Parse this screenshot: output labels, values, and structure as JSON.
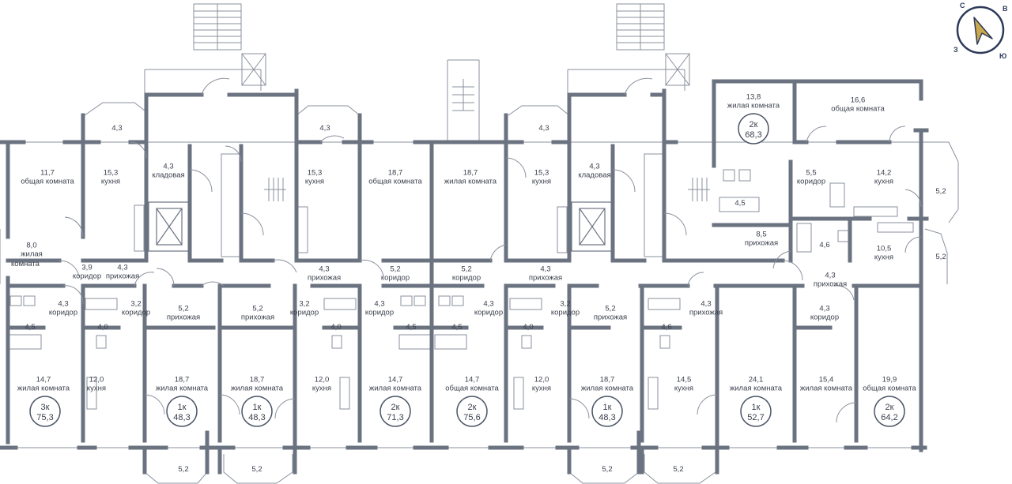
{
  "compass": {
    "n": "С",
    "e": "В",
    "s": "Ю",
    "w": "З"
  },
  "colors": {
    "wall": "#6b7381",
    "badge": "#4b5567",
    "compass": "#2d3a5a",
    "arrow": "#c9a94c"
  },
  "rooms": [
    {
      "a": "4,3",
      "n": ""
    },
    {
      "a": "4,3",
      "n": ""
    },
    {
      "a": "4,3",
      "n": ""
    },
    {
      "a": "13,8",
      "n": "жилая комната"
    },
    {
      "a": "16,6",
      "n": "общая комната"
    },
    {
      "a": "11,7",
      "n": "общая комната"
    },
    {
      "a": "15,3",
      "n": "кухня"
    },
    {
      "a": "4,3",
      "n": "кладовая"
    },
    {
      "a": "15,3",
      "n": "кухня"
    },
    {
      "a": "18,7",
      "n": "общая комната"
    },
    {
      "a": "18,7",
      "n": "жилая комната"
    },
    {
      "a": "15,3",
      "n": "кухня"
    },
    {
      "a": "4,3",
      "n": "кладовая"
    },
    {
      "a": "5,5",
      "n": "коридор"
    },
    {
      "a": "14,2",
      "n": "кухня"
    },
    {
      "a": "5,2",
      "n": ""
    },
    {
      "a": "4,5",
      "n": ""
    },
    {
      "a": "8,0",
      "n": "жилая"
    },
    {
      "a": "",
      "n": "комната"
    },
    {
      "a": "8,5",
      "n": "прихожая"
    },
    {
      "a": "4,6",
      "n": ""
    },
    {
      "a": "10,5",
      "n": "кухня"
    },
    {
      "a": "5,2",
      "n": ""
    },
    {
      "a": "3,9",
      "n": "коридор"
    },
    {
      "a": "4,3",
      "n": "прихожая"
    },
    {
      "a": "4,3",
      "n": "прихожая"
    },
    {
      "a": "5,2",
      "n": "коридор"
    },
    {
      "a": "5,2",
      "n": "коридор"
    },
    {
      "a": "4,3",
      "n": "прихожая"
    },
    {
      "a": "4,3",
      "n": "прихожая"
    },
    {
      "a": "4,3",
      "n": "коридор"
    },
    {
      "a": "3,2",
      "n": "коридор"
    },
    {
      "a": "5,2",
      "n": "прихожая"
    },
    {
      "a": "5,2",
      "n": "прихожая"
    },
    {
      "a": "3,2",
      "n": "коридор"
    },
    {
      "a": "4,3",
      "n": "коридор"
    },
    {
      "a": "4,3",
      "n": "коридор"
    },
    {
      "a": "3,2",
      "n": "коридор"
    },
    {
      "a": "5,2",
      "n": "прихожая"
    },
    {
      "a": "4,3",
      "n": "прихожая"
    },
    {
      "a": "4,3",
      "n": "коридор"
    },
    {
      "a": "4,5",
      "n": ""
    },
    {
      "a": "4,0",
      "n": ""
    },
    {
      "a": "4,0",
      "n": ""
    },
    {
      "a": "4,5",
      "n": ""
    },
    {
      "a": "4,5",
      "n": ""
    },
    {
      "a": "4,0",
      "n": ""
    },
    {
      "a": "4,6",
      "n": ""
    },
    {
      "a": "14,7",
      "n": "жилая комната"
    },
    {
      "a": "12,0",
      "n": "кухня"
    },
    {
      "a": "18,7",
      "n": "жилая комната"
    },
    {
      "a": "18,7",
      "n": "жилая комната"
    },
    {
      "a": "12,0",
      "n": "кухня"
    },
    {
      "a": "14,7",
      "n": "жилая комната"
    },
    {
      "a": "14,7",
      "n": "общая комната"
    },
    {
      "a": "12,0",
      "n": "кухня"
    },
    {
      "a": "18,7",
      "n": "жилая комната"
    },
    {
      "a": "14,5",
      "n": "кухня"
    },
    {
      "a": "24,1",
      "n": "жилая комната"
    },
    {
      "a": "15,4",
      "n": "жилая комната"
    },
    {
      "a": "19,9",
      "n": "общая комната"
    },
    {
      "a": "5,2",
      "n": ""
    },
    {
      "a": "5,2",
      "n": ""
    },
    {
      "a": "5,2",
      "n": ""
    },
    {
      "a": "5,2",
      "n": ""
    }
  ],
  "apartments": [
    {
      "k": "2к",
      "a": "68,3"
    },
    {
      "k": "3к",
      "a": "75,3"
    },
    {
      "k": "1к",
      "a": "48,3"
    },
    {
      "k": "1к",
      "a": "48,3"
    },
    {
      "k": "2к",
      "a": "71,3"
    },
    {
      "k": "2к",
      "a": "75,6"
    },
    {
      "k": "1к",
      "a": "48,3"
    },
    {
      "k": "1к",
      "a": "52,7"
    },
    {
      "k": "2к",
      "a": "64,2"
    }
  ]
}
